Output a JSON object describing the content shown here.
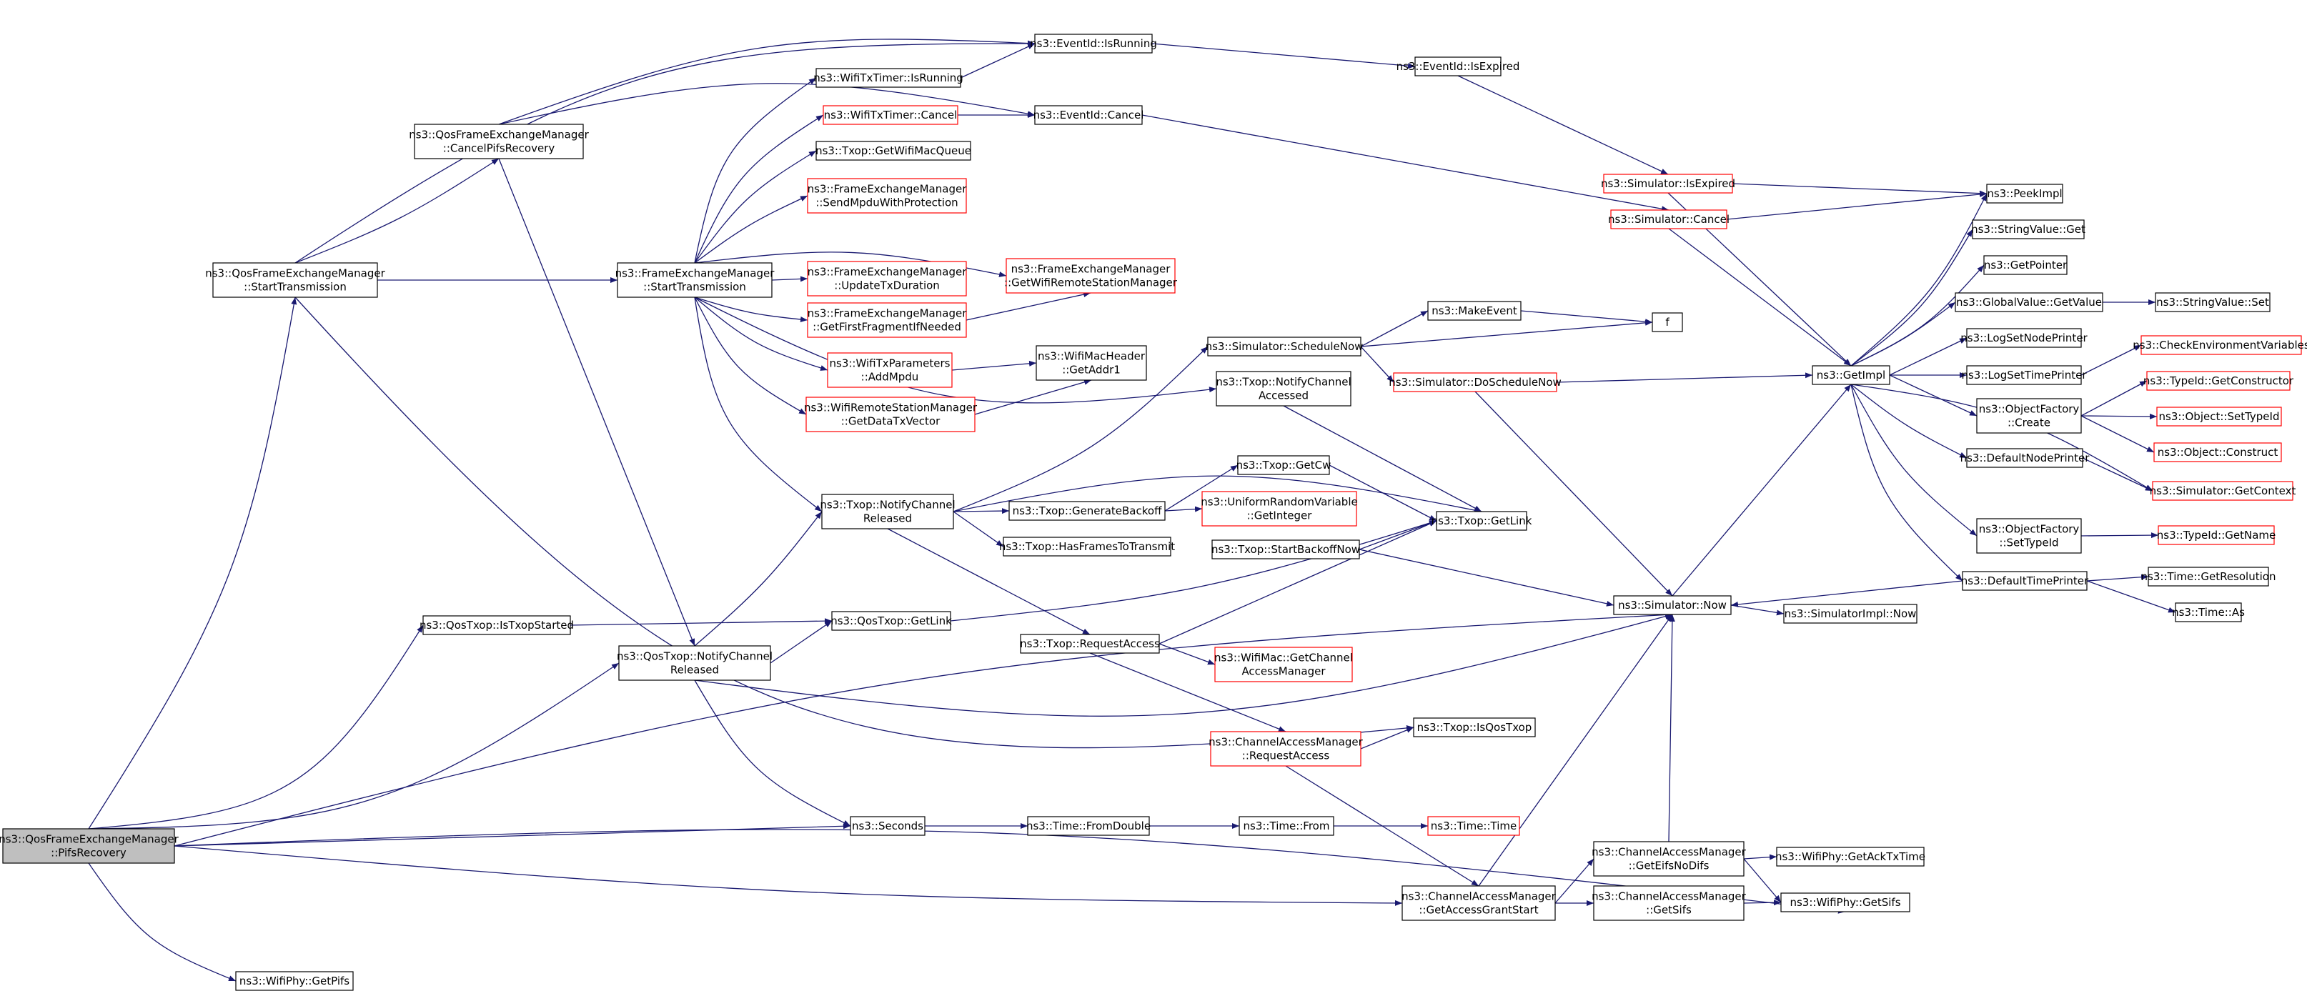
{
  "colors": {
    "edge": "#191970",
    "node_border": "#000000",
    "node_border_truncated": "#ff0000",
    "root_fill": "#bfbfbf"
  },
  "nodes": [
    {
      "id": "pifs",
      "lines": [
        "ns3::QosFrameExchangeManager",
        "::PifsRecovery"
      ],
      "style": "root"
    },
    {
      "id": "st",
      "lines": [
        "ns3::QosFrameExchangeManager",
        "::StartTransmission"
      ],
      "style": "normal"
    },
    {
      "id": "cpr",
      "lines": [
        "ns3::QosFrameExchangeManager",
        "::CancelPifsRecovery"
      ],
      "style": "normal"
    },
    {
      "id": "isrun",
      "lines": [
        "ns3::EventId::IsRunning"
      ],
      "style": "normal"
    },
    {
      "id": "isexp",
      "lines": [
        "ns3::EventId::IsExpired"
      ],
      "style": "normal"
    },
    {
      "id": "wtt_isrun",
      "lines": [
        "ns3::WifiTxTimer::IsRunning"
      ],
      "style": "normal"
    },
    {
      "id": "wtt_cancel",
      "lines": [
        "ns3::WifiTxTimer::Cancel"
      ],
      "style": "red"
    },
    {
      "id": "evcancel",
      "lines": [
        "ns3::EventId::Cancel"
      ],
      "style": "normal"
    },
    {
      "id": "getwmq",
      "lines": [
        "ns3::Txop::GetWifiMacQueue"
      ],
      "style": "normal"
    },
    {
      "id": "smwp",
      "lines": [
        "ns3::FrameExchangeManager",
        "::SendMpduWithProtection"
      ],
      "style": "red"
    },
    {
      "id": "fem_st",
      "lines": [
        "ns3::FrameExchangeManager",
        "::StartTransmission"
      ],
      "style": "normal"
    },
    {
      "id": "utd",
      "lines": [
        "ns3::FrameExchangeManager",
        "::UpdateTxDuration"
      ],
      "style": "red"
    },
    {
      "id": "gwrsm",
      "lines": [
        "ns3::FrameExchangeManager",
        "::GetWifiRemoteStationManager"
      ],
      "style": "red"
    },
    {
      "id": "gffin",
      "lines": [
        "ns3::FrameExchangeManager",
        "::GetFirstFragmentIfNeeded"
      ],
      "style": "red"
    },
    {
      "id": "addmpdu",
      "lines": [
        "ns3::WifiTxParameters",
        "::AddMpdu"
      ],
      "style": "red"
    },
    {
      "id": "getaddr1",
      "lines": [
        "ns3::WifiMacHeader",
        "::GetAddr1"
      ],
      "style": "normal"
    },
    {
      "id": "gdtv",
      "lines": [
        "ns3::WifiRemoteStationManager",
        "::GetDataTxVector"
      ],
      "style": "red"
    },
    {
      "id": "sim_isexp",
      "lines": [
        "ns3::Simulator::IsExpired"
      ],
      "style": "red"
    },
    {
      "id": "sim_cancel",
      "lines": [
        "ns3::Simulator::Cancel"
      ],
      "style": "red"
    },
    {
      "id": "peekimpl",
      "lines": [
        "ns3::PeekImpl"
      ],
      "style": "normal"
    },
    {
      "id": "strval_get",
      "lines": [
        "ns3::StringValue::Get"
      ],
      "style": "normal"
    },
    {
      "id": "getptr",
      "lines": [
        "ns3::GetPointer"
      ],
      "style": "normal"
    },
    {
      "id": "gv_get",
      "lines": [
        "ns3::GlobalValue::GetValue"
      ],
      "style": "normal"
    },
    {
      "id": "strval_set",
      "lines": [
        "ns3::StringValue::Set"
      ],
      "style": "normal"
    },
    {
      "id": "getimpl",
      "lines": [
        "ns3::GetImpl"
      ],
      "style": "normal"
    },
    {
      "id": "lsnp",
      "lines": [
        "ns3::LogSetNodePrinter"
      ],
      "style": "normal"
    },
    {
      "id": "lstp",
      "lines": [
        "ns3::LogSetTimePrinter"
      ],
      "style": "normal"
    },
    {
      "id": "cev",
      "lines": [
        "ns3::CheckEnvironmentVariables"
      ],
      "style": "red"
    },
    {
      "id": "of_create",
      "lines": [
        "ns3::ObjectFactory",
        "::Create"
      ],
      "style": "normal"
    },
    {
      "id": "tid_getc",
      "lines": [
        "ns3::TypeId::GetConstructor"
      ],
      "style": "red"
    },
    {
      "id": "obj_settid",
      "lines": [
        "ns3::Object::SetTypeId"
      ],
      "style": "red"
    },
    {
      "id": "obj_construct",
      "lines": [
        "ns3::Object::Construct"
      ],
      "style": "red"
    },
    {
      "id": "dnp",
      "lines": [
        "ns3::DefaultNodePrinter"
      ],
      "style": "normal"
    },
    {
      "id": "sim_getctx",
      "lines": [
        "ns3::Simulator::GetContext"
      ],
      "style": "red"
    },
    {
      "id": "of_settid",
      "lines": [
        "ns3::ObjectFactory",
        "::SetTypeId"
      ],
      "style": "normal"
    },
    {
      "id": "tid_getname",
      "lines": [
        "ns3::TypeId::GetName"
      ],
      "style": "red"
    },
    {
      "id": "dtp",
      "lines": [
        "ns3::DefaultTimePrinter"
      ],
      "style": "normal"
    },
    {
      "id": "time_getres",
      "lines": [
        "ns3::Time::GetResolution"
      ],
      "style": "normal"
    },
    {
      "id": "time_as",
      "lines": [
        "ns3::Time::As"
      ],
      "style": "normal"
    },
    {
      "id": "sim_schednow",
      "lines": [
        "ns3::Simulator::ScheduleNow"
      ],
      "style": "normal"
    },
    {
      "id": "makeevent",
      "lines": [
        "ns3::MakeEvent"
      ],
      "style": "normal"
    },
    {
      "id": "f",
      "lines": [
        "f"
      ],
      "style": "normal"
    },
    {
      "id": "sim_doschednow",
      "lines": [
        "ns3::Simulator::DoScheduleNow"
      ],
      "style": "red"
    },
    {
      "id": "txop_nca",
      "lines": [
        "ns3::Txop::NotifyChannel",
        "Accessed"
      ],
      "style": "normal"
    },
    {
      "id": "txop_getcw",
      "lines": [
        "ns3::Txop::GetCw"
      ],
      "style": "normal"
    },
    {
      "id": "txop_ncr",
      "lines": [
        "ns3::Txop::NotifyChannel",
        "Released"
      ],
      "style": "normal"
    },
    {
      "id": "txop_genbo",
      "lines": [
        "ns3::Txop::GenerateBackoff"
      ],
      "style": "normal"
    },
    {
      "id": "urv_getint",
      "lines": [
        "ns3::UniformRandomVariable",
        "::GetInteger"
      ],
      "style": "red"
    },
    {
      "id": "txop_getlink",
      "lines": [
        "ns3::Txop::GetLink"
      ],
      "style": "normal"
    },
    {
      "id": "txop_hft",
      "lines": [
        "ns3::Txop::HasFramesToTransmit"
      ],
      "style": "normal"
    },
    {
      "id": "txop_sbn",
      "lines": [
        "ns3::Txop::StartBackoffNow"
      ],
      "style": "normal"
    },
    {
      "id": "sim_now",
      "lines": [
        "ns3::Simulator::Now"
      ],
      "style": "normal"
    },
    {
      "id": "simimpl_now",
      "lines": [
        "ns3::SimulatorImpl::Now"
      ],
      "style": "normal"
    },
    {
      "id": "qtxop_started",
      "lines": [
        "ns3::QosTxop::IsTxopStarted"
      ],
      "style": "normal"
    },
    {
      "id": "qtxop_getlink",
      "lines": [
        "ns3::QosTxop::GetLink"
      ],
      "style": "normal"
    },
    {
      "id": "qtxop_ncr",
      "lines": [
        "ns3::QosTxop::NotifyChannel",
        "Released"
      ],
      "style": "normal"
    },
    {
      "id": "txop_reqacc",
      "lines": [
        "ns3::Txop::RequestAccess"
      ],
      "style": "normal"
    },
    {
      "id": "wm_getcam",
      "lines": [
        "ns3::WifiMac::GetChannel",
        "AccessManager"
      ],
      "style": "red"
    },
    {
      "id": "cam_reqacc",
      "lines": [
        "ns3::ChannelAccessManager",
        "::RequestAccess"
      ],
      "style": "red"
    },
    {
      "id": "txop_isqos",
      "lines": [
        "ns3::Txop::IsQosTxop"
      ],
      "style": "normal"
    },
    {
      "id": "seconds",
      "lines": [
        "ns3::Seconds"
      ],
      "style": "normal"
    },
    {
      "id": "time_fromdbl",
      "lines": [
        "ns3::Time::FromDouble"
      ],
      "style": "normal"
    },
    {
      "id": "time_from",
      "lines": [
        "ns3::Time::From"
      ],
      "style": "normal"
    },
    {
      "id": "time_time",
      "lines": [
        "ns3::Time::Time"
      ],
      "style": "red"
    },
    {
      "id": "cam_gags",
      "lines": [
        "ns3::ChannelAccessManager",
        "::GetAccessGrantStart"
      ],
      "style": "normal"
    },
    {
      "id": "cam_gend",
      "lines": [
        "ns3::ChannelAccessManager",
        "::GetEifsNoDifs"
      ],
      "style": "normal"
    },
    {
      "id": "cam_getsifs",
      "lines": [
        "ns3::ChannelAccessManager",
        "::GetSifs"
      ],
      "style": "normal"
    },
    {
      "id": "phy_getacktx",
      "lines": [
        "ns3::WifiPhy::GetAckTxTime"
      ],
      "style": "normal"
    },
    {
      "id": "phy_getsifs",
      "lines": [
        "ns3::WifiPhy::GetSifs"
      ],
      "style": "normal"
    },
    {
      "id": "phy_getpifs",
      "lines": [
        "ns3::WifiPhy::GetPifs"
      ],
      "style": "normal"
    }
  ]
}
